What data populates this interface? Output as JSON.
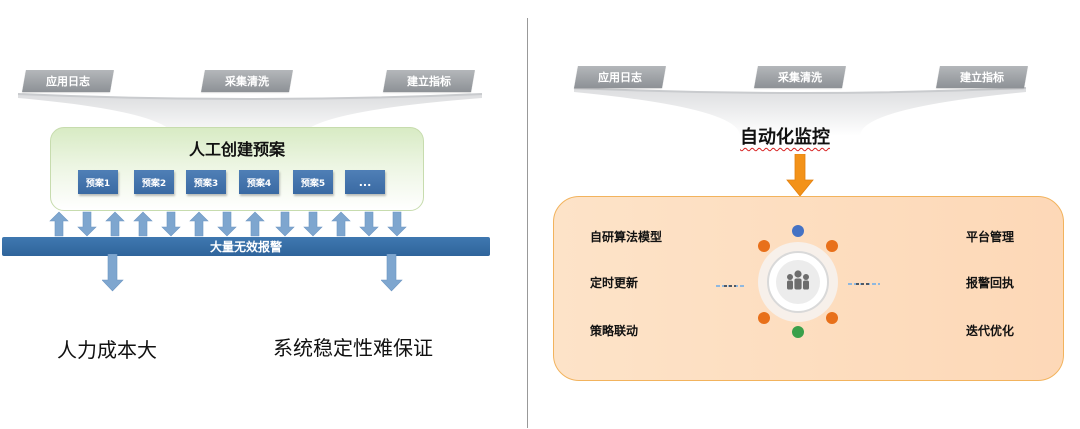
{
  "left": {
    "funnel_tabs": [
      "应用日志",
      "采集清洗",
      "建立指标"
    ],
    "green_title": "人工创建预案",
    "plans": [
      "预案1",
      "预案2",
      "预案3",
      "预案4",
      "预案5",
      "..."
    ],
    "alarm_bar": "大量无效报警",
    "bottom_left": "人力成本大",
    "bottom_right": "系统稳定性难保证"
  },
  "right": {
    "funnel_tabs": [
      "应用日志",
      "采集清洗",
      "建立指标"
    ],
    "title": "自动化监控",
    "left_labels": [
      "自研算法模型",
      "定时更新",
      "策略联动"
    ],
    "right_labels": [
      "平台管理",
      "报警回执",
      "迭代优化"
    ]
  },
  "colors": {
    "funnel_gray": "#9a9ea3",
    "plan_blue": "#3a6aa3",
    "arrow_blue": "#7ea6cf",
    "orange_arrow": "#f39219",
    "dot_orange": "#e8701a",
    "dot_blue": "#4472c4",
    "dot_green": "#3aa04a"
  }
}
